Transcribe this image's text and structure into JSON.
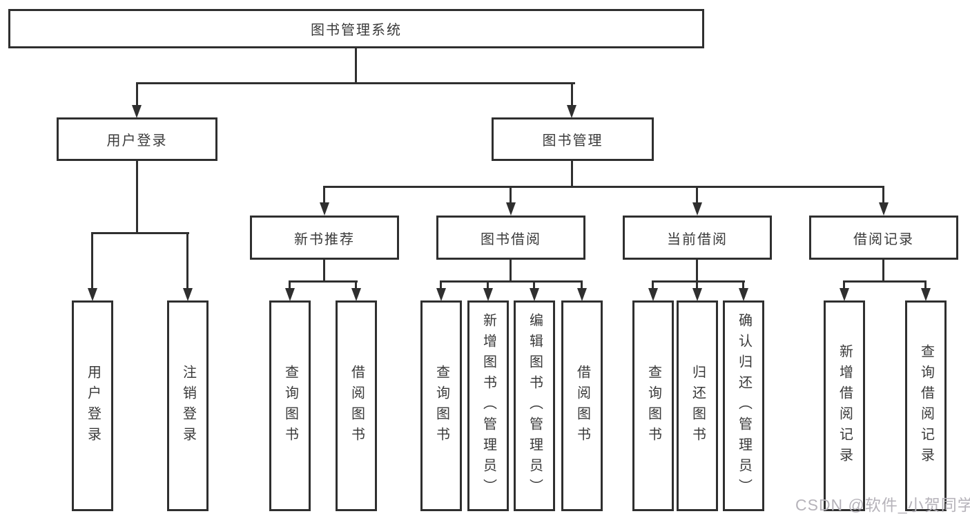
{
  "tree": {
    "root": {
      "label": "图书管理系统",
      "children": [
        {
          "label": "用户登录",
          "children": [
            {
              "label": "用户登录"
            },
            {
              "label": "注销登录"
            }
          ]
        },
        {
          "label": "图书管理",
          "children": [
            {
              "label": "新书推荐",
              "children": [
                {
                  "label": "查询图书"
                },
                {
                  "label": "借阅图书"
                }
              ]
            },
            {
              "label": "图书借阅",
              "children": [
                {
                  "label": "查询图书"
                },
                {
                  "label": "新增图书（管理员）"
                },
                {
                  "label": "编辑图书（管理员）"
                },
                {
                  "label": "借阅图书"
                }
              ]
            },
            {
              "label": "当前借阅",
              "children": [
                {
                  "label": "查询图书"
                },
                {
                  "label": "归还图书"
                },
                {
                  "label": "确认归还（管理员）"
                }
              ]
            },
            {
              "label": "借阅记录",
              "children": [
                {
                  "label": "新增借阅记录"
                },
                {
                  "label": "查询借阅记录"
                }
              ]
            }
          ]
        }
      ]
    }
  },
  "watermark": {
    "text": "CSDN @软件_小贺同学"
  },
  "colors": {
    "line": "#2f2f2f",
    "text": "#3a3a3a",
    "watermark": "#b6b3ba",
    "background": "#ffffff"
  }
}
